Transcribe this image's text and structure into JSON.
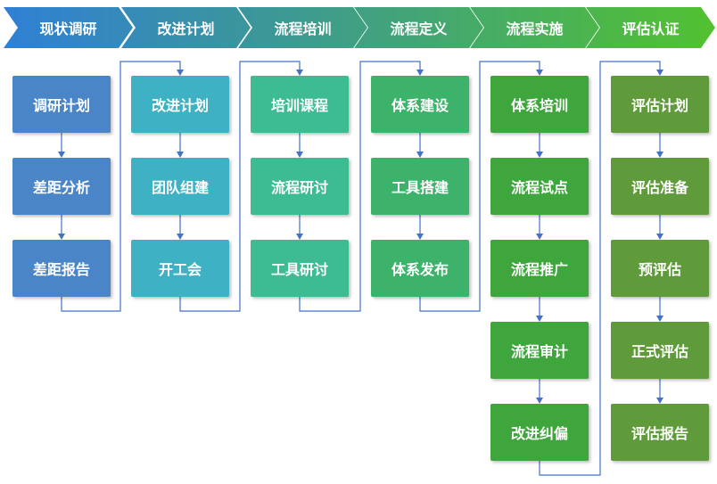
{
  "phases": [
    {
      "label": "现状调研",
      "color": "#4a85c8",
      "steps": [
        "调研计划",
        "差距分析",
        "差距报告"
      ]
    },
    {
      "label": "改进计划",
      "color": "#3eb2c4",
      "steps": [
        "改进计划",
        "团队组建",
        "开工会"
      ]
    },
    {
      "label": "流程培训",
      "color": "#3dbb93",
      "steps": [
        "培训课程",
        "流程研讨",
        "工具研讨"
      ]
    },
    {
      "label": "流程定义",
      "color": "#3cb26a",
      "steps": [
        "体系建设",
        "工具搭建",
        "体系发布"
      ]
    },
    {
      "label": "流程实施",
      "color": "#3ea63c",
      "steps": [
        "体系培训",
        "流程试点",
        "流程推广",
        "流程审计",
        "改进纠偏"
      ]
    },
    {
      "label": "评估认证",
      "color": "#5f9a3b",
      "steps": [
        "评估计划",
        "评估准备",
        "预评估",
        "正式评估",
        "评估报告"
      ]
    }
  ],
  "colors": {
    "chevron_gradient_start": "#2f7fd6",
    "chevron_gradient_end": "#52c12f",
    "connector": "#4472c4"
  }
}
